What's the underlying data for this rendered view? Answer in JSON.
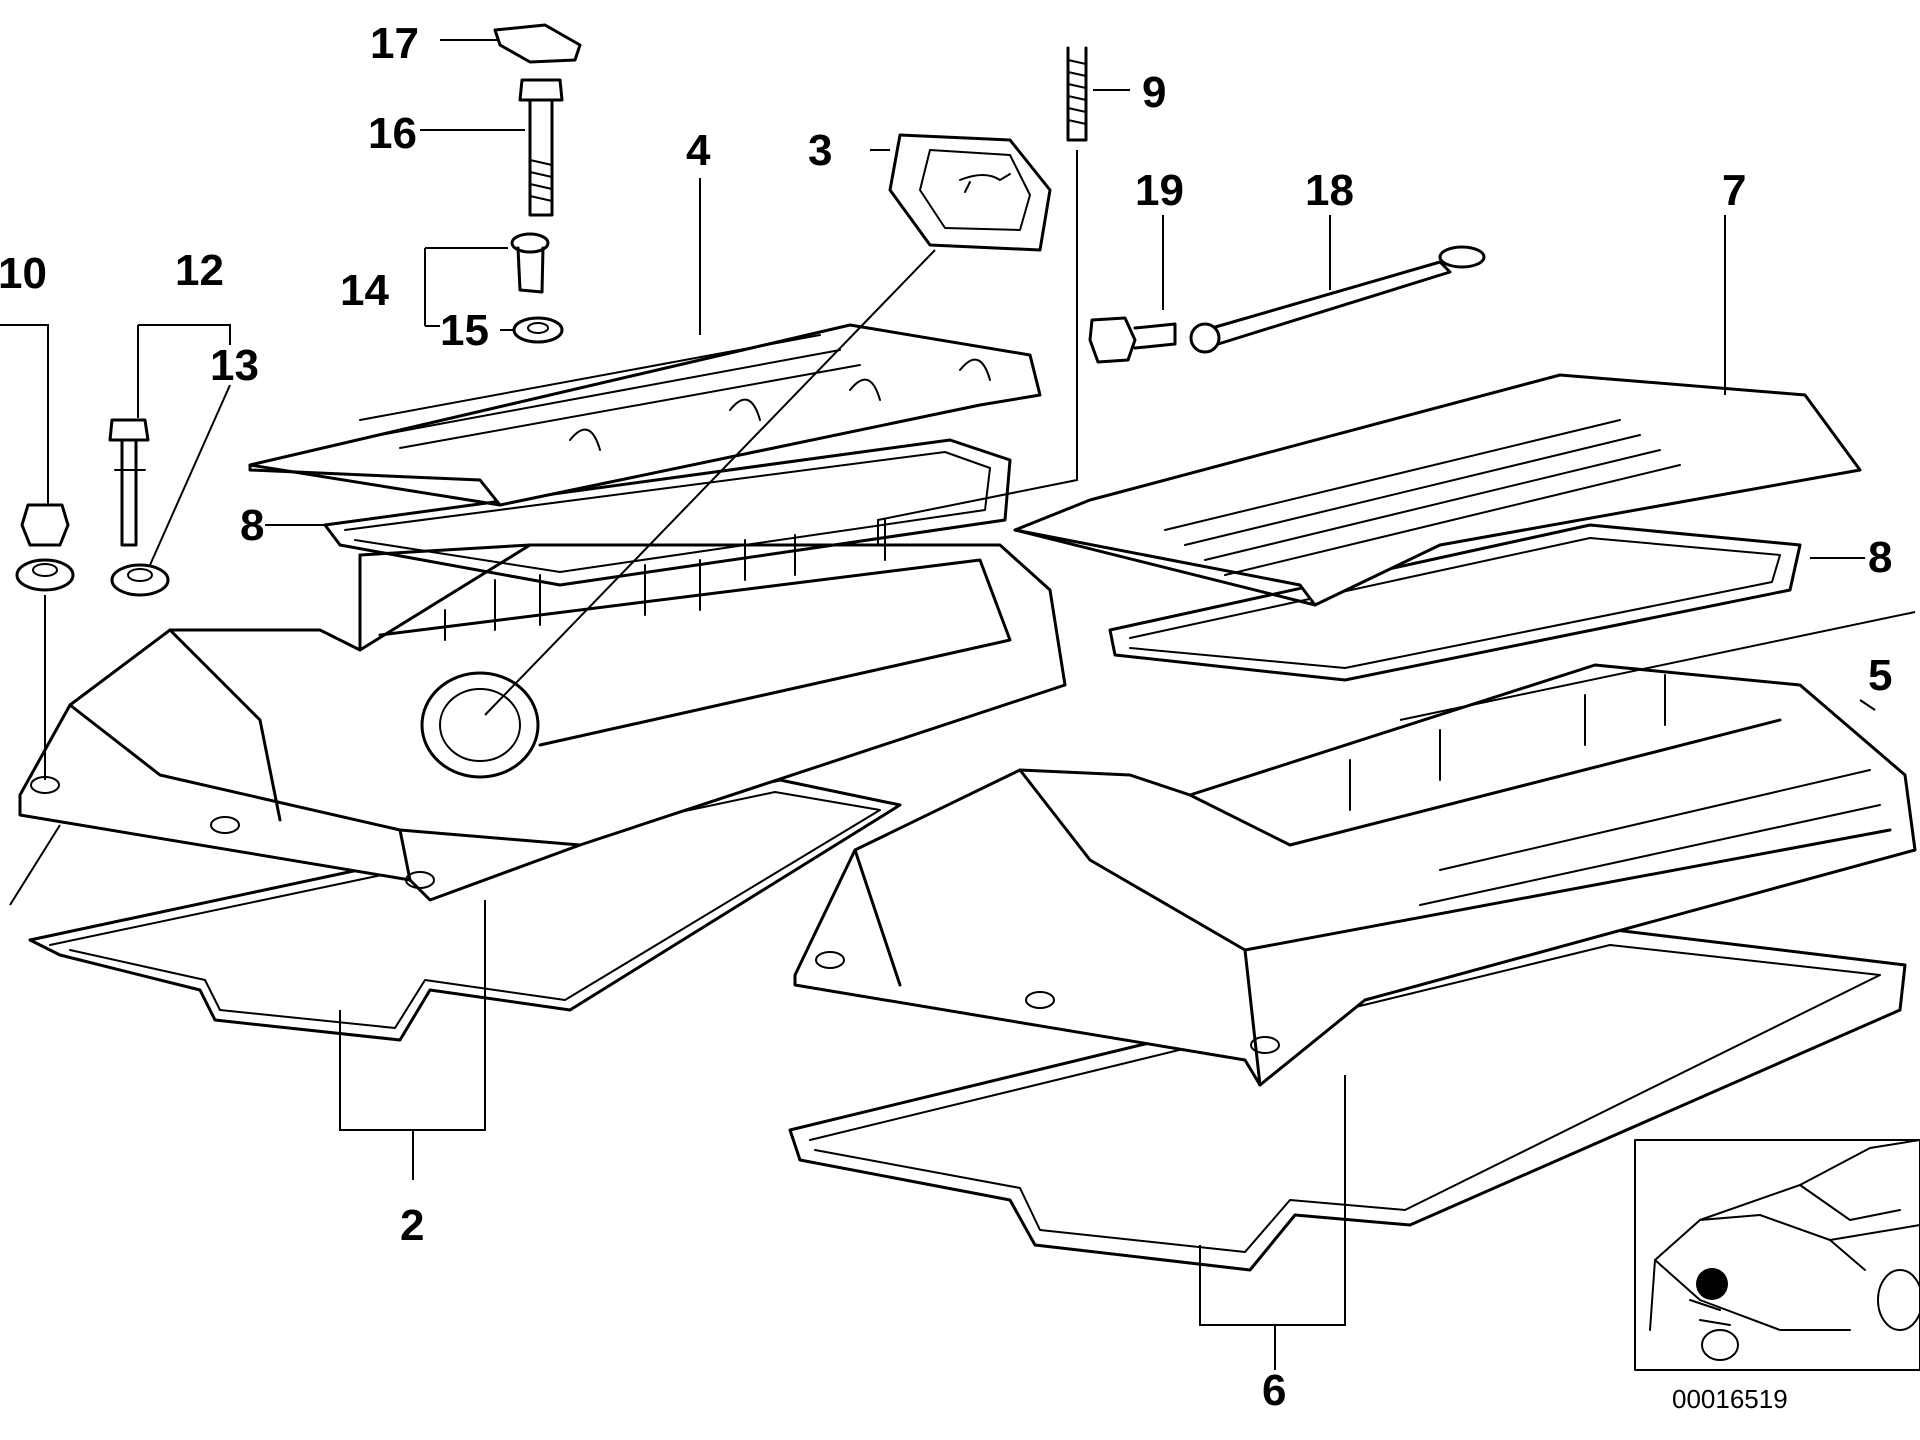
{
  "callouts": [
    {
      "id": "17",
      "label": "17"
    },
    {
      "id": "16",
      "label": "16"
    },
    {
      "id": "14",
      "label": "14"
    },
    {
      "id": "15",
      "label": "15"
    },
    {
      "id": "10",
      "label": "10"
    },
    {
      "id": "12",
      "label": "12"
    },
    {
      "id": "13",
      "label": "13"
    },
    {
      "id": "4",
      "label": "4"
    },
    {
      "id": "3",
      "label": "3"
    },
    {
      "id": "9",
      "label": "9"
    },
    {
      "id": "19",
      "label": "19"
    },
    {
      "id": "18",
      "label": "18"
    },
    {
      "id": "7",
      "label": "7"
    },
    {
      "id": "8a",
      "label": "8"
    },
    {
      "id": "8b",
      "label": "8"
    },
    {
      "id": "5",
      "label": "5"
    },
    {
      "id": "2",
      "label": "2"
    },
    {
      "id": "6",
      "label": "6"
    }
  ],
  "reference_number": "00016519",
  "colors": {
    "line": "#000000",
    "background": "#ffffff"
  }
}
